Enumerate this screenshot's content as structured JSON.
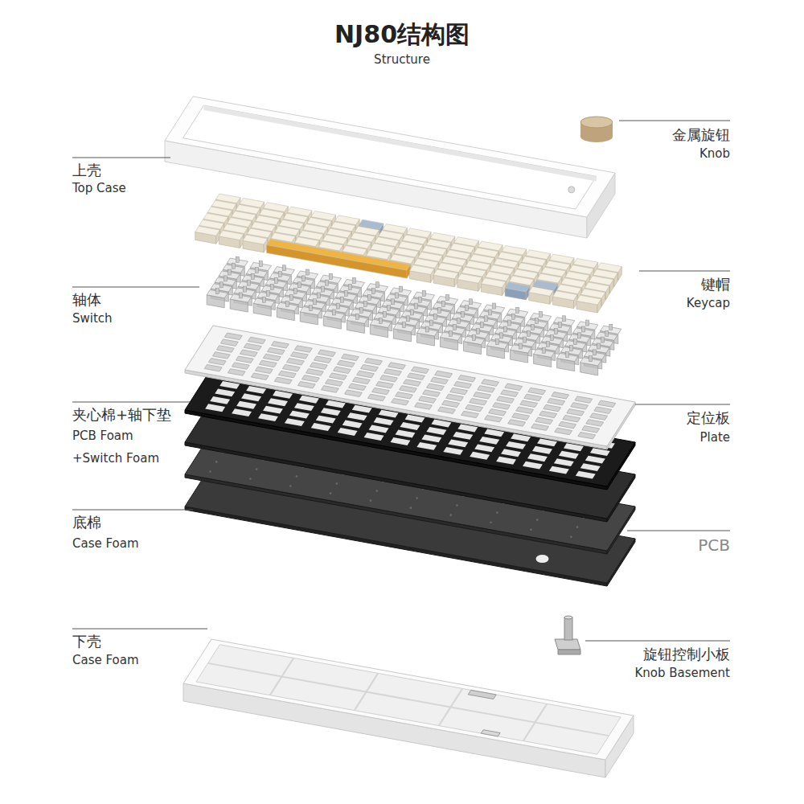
{
  "diagram": {
    "title": "NJ80结构图",
    "labels": [
      "Structure",
      "上壳",
      "Top Case",
      "金属旋钮",
      "Knob",
      "轴体",
      "Switch",
      "键帽",
      "Keycap",
      "夹心棉+轴下垫",
      "PCB Foam",
      "+Switch Foam",
      "定位板",
      "Plate",
      "底棉",
      "Case Foam",
      "PCB",
      "下壳",
      "Case Foam",
      "旋钮控制小板",
      "Knob Basement"
    ]
  }
}
